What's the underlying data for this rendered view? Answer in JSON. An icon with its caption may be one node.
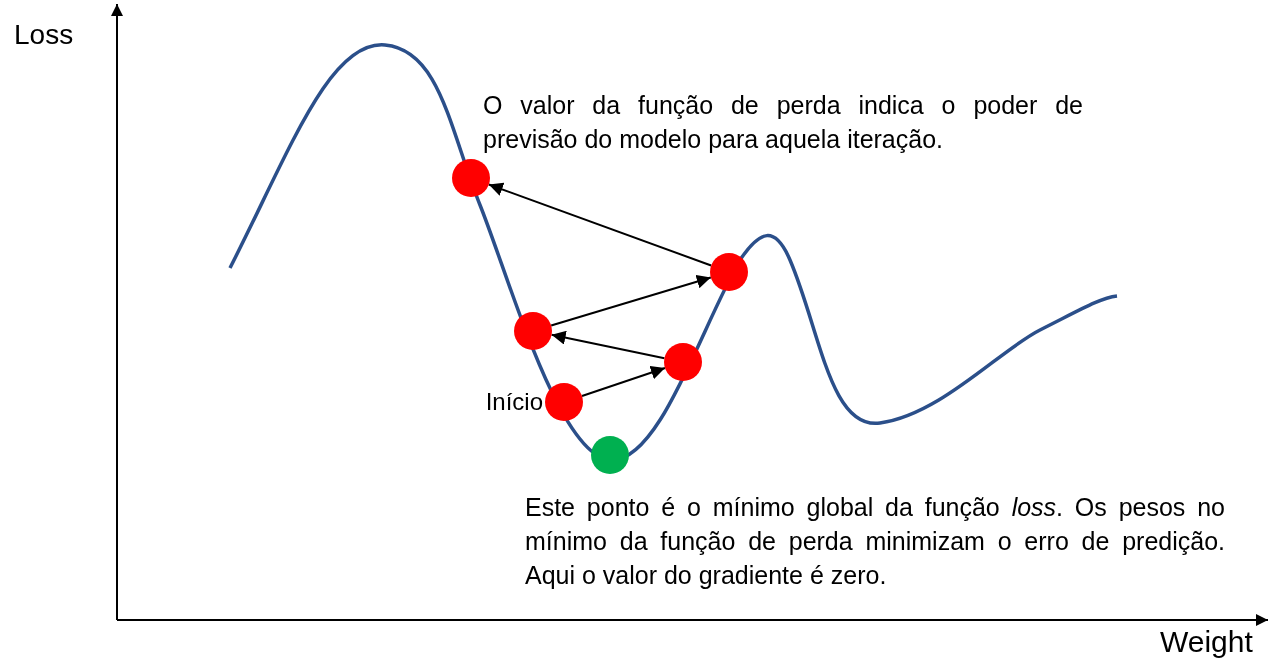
{
  "diagram": {
    "nodes": [
      {
        "text": [],
        "shape": "circle"
      },
      {
        "text": [],
        "shape": "circle"
      },
      {
        "text": [],
        "shape": "circle",
        "beside": [
          "Início"
        ]
      },
      {
        "text": [],
        "shape": "circle"
      },
      {
        "text": [],
        "shape": "circle"
      },
      {
        "text": [],
        "shape": "circle"
      }
    ],
    "edges": [
      {
        "from": 2,
        "to": 4,
        "arrow": "to"
      },
      {
        "from": 4,
        "to": 1,
        "arrow": "to"
      },
      {
        "from": 1,
        "to": 5,
        "arrow": "to"
      },
      {
        "from": 5,
        "to": 0,
        "arrow": "to"
      }
    ],
    "labels": [
      "Loss",
      "O valor da função de perda indica o poder de previsão do modelo para aquela iteração.",
      "Este ponto é o mínimo global da função *loss*. Os pesos no mínimo da função de perda minimizam o erro de predição. Aqui o valor do gradiente é zero.",
      "Weight"
    ]
  }
}
